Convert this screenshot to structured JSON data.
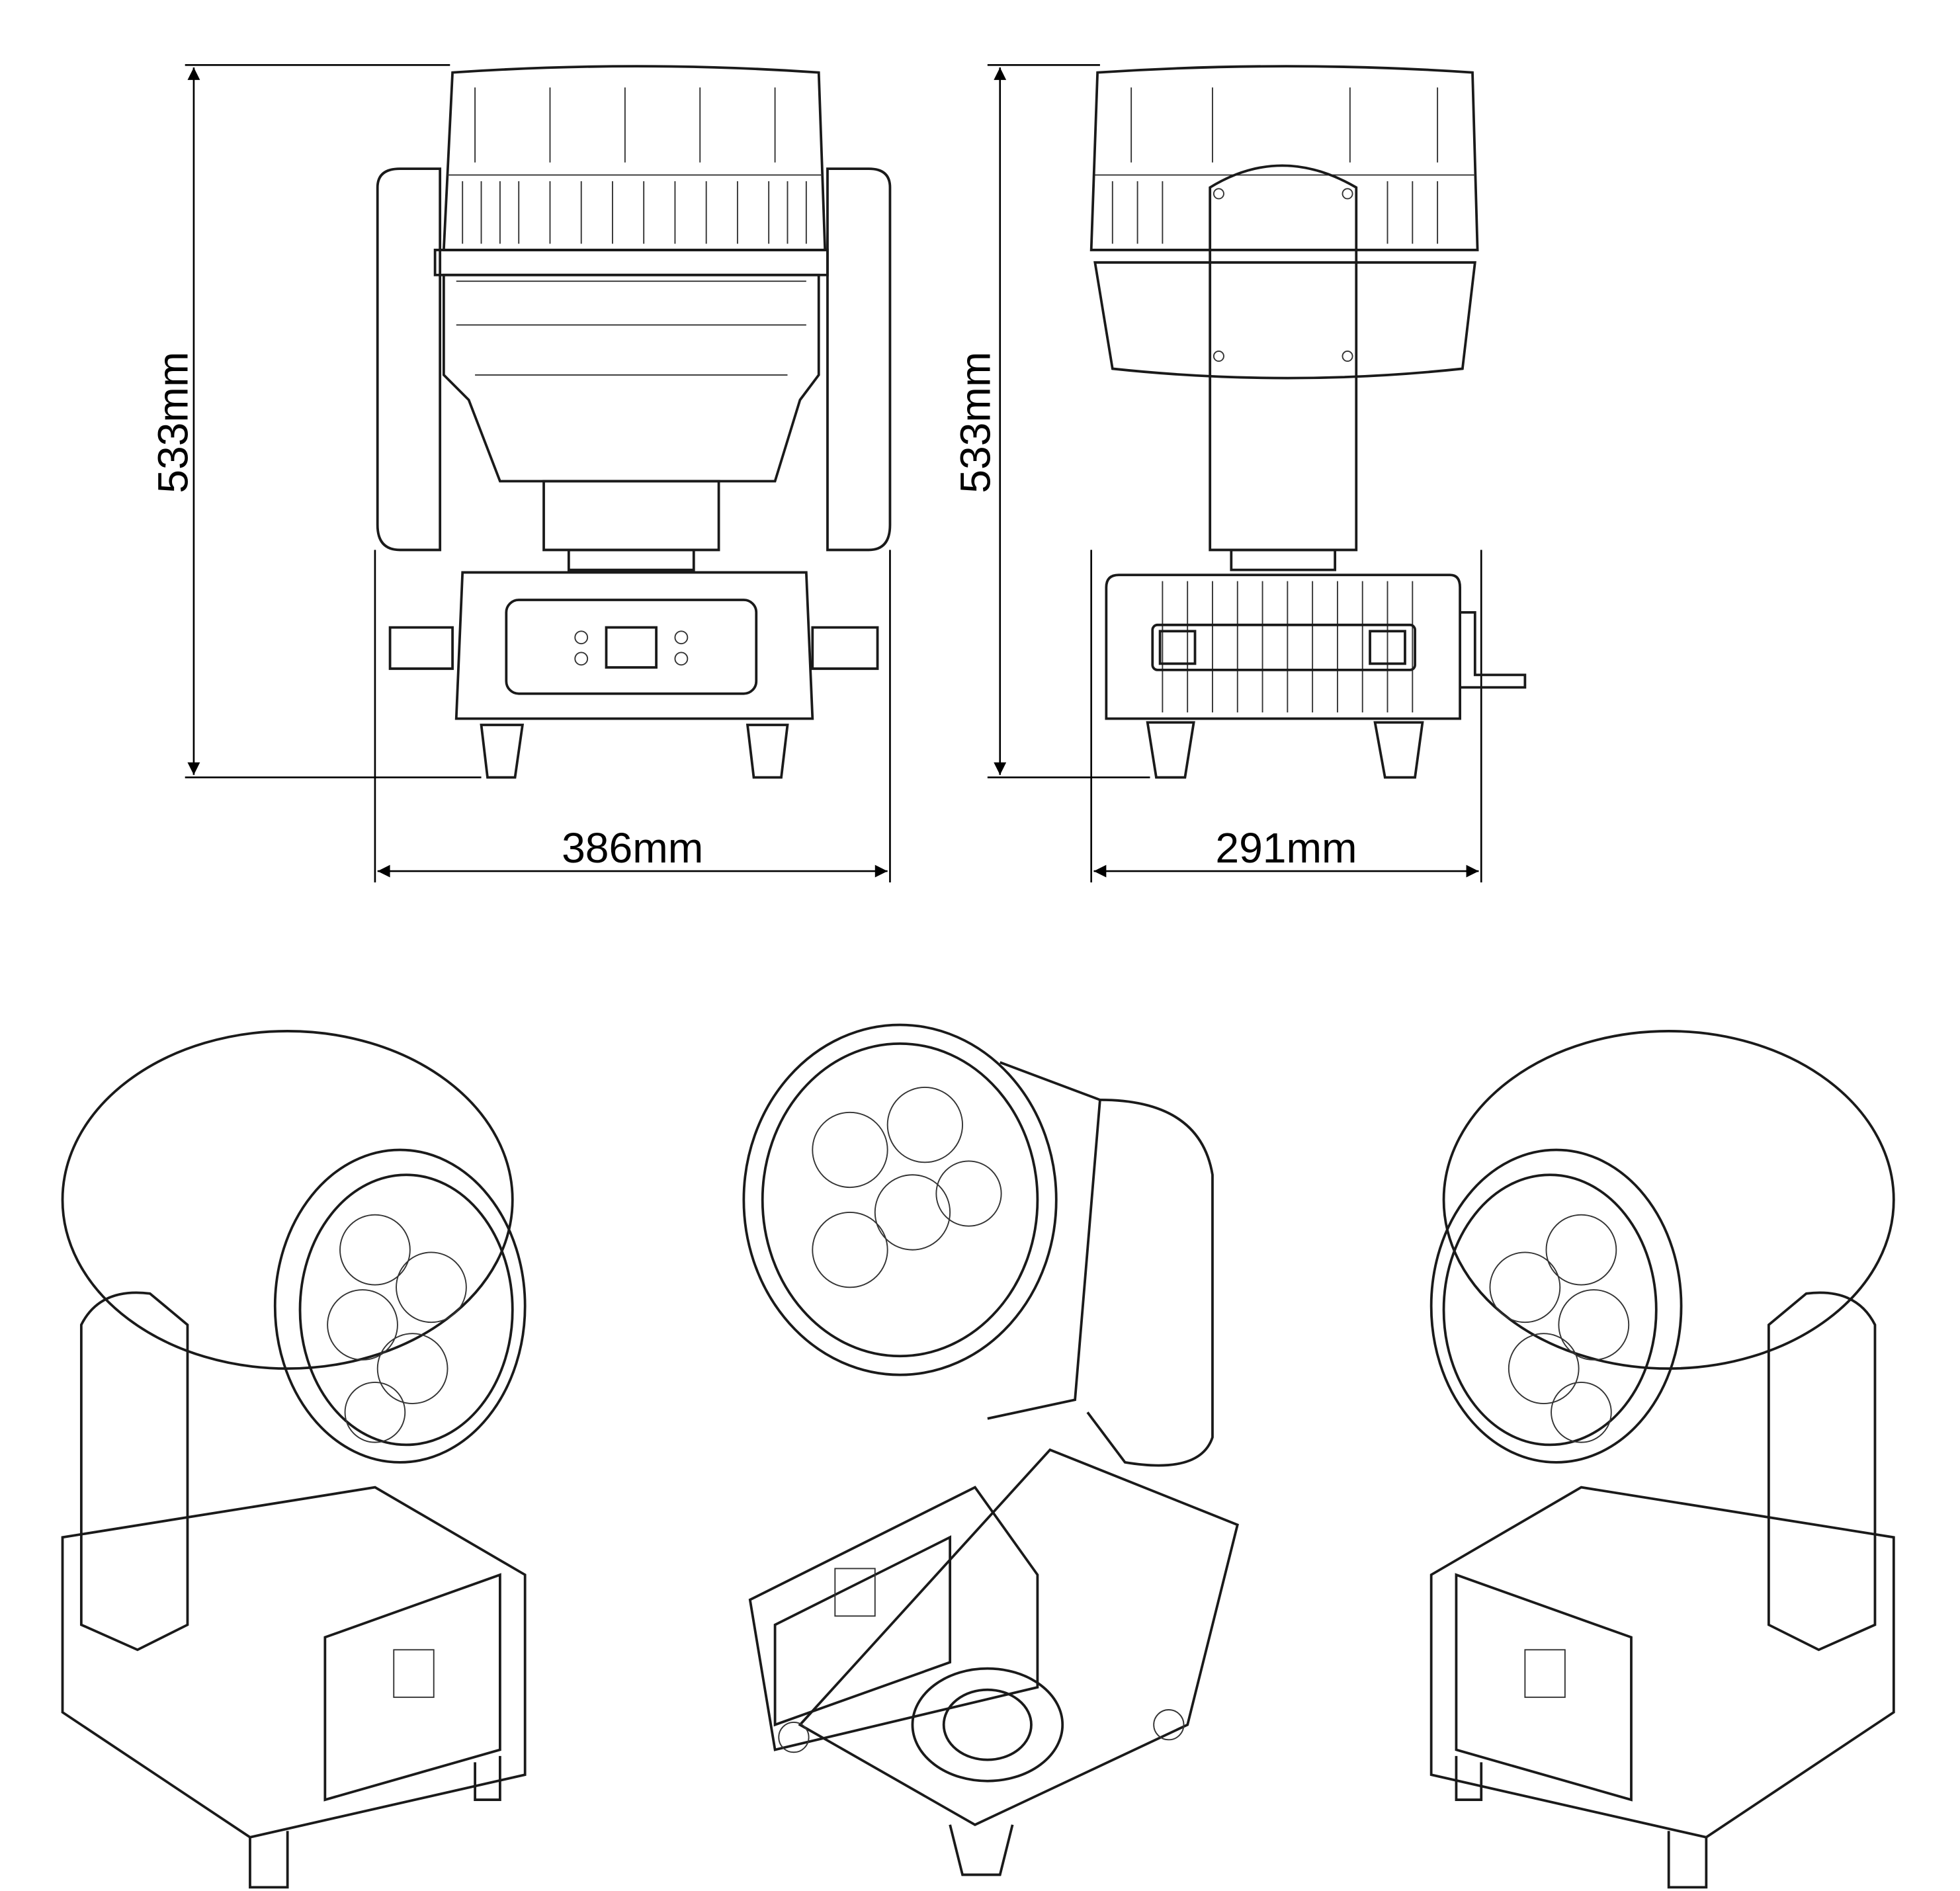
{
  "dimensions": {
    "front_height": "533mm",
    "side_height": "533mm",
    "front_width": "386mm",
    "side_width": "291mm"
  },
  "colors": {
    "line": "#1a1a1a",
    "background": "#ffffff"
  }
}
